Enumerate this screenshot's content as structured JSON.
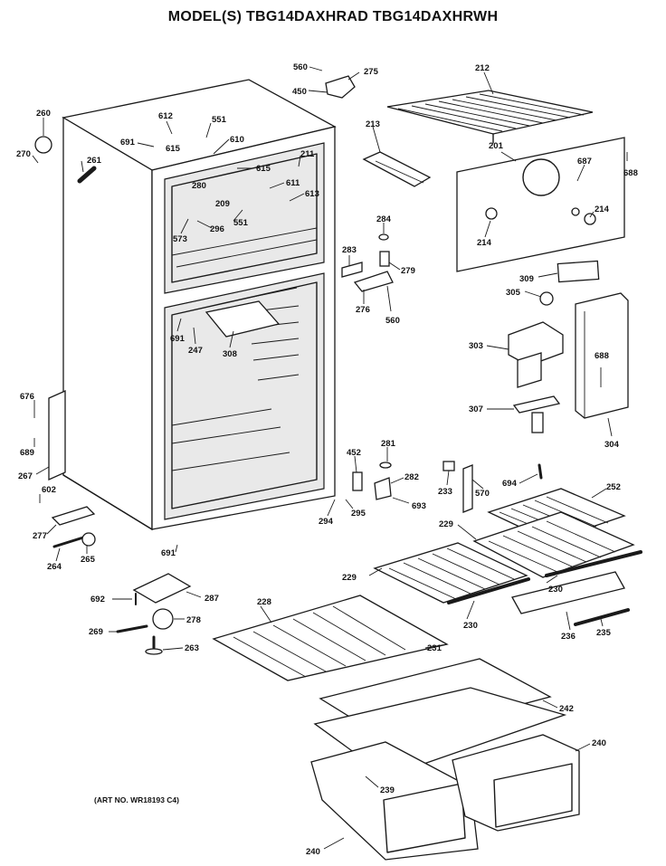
{
  "title": "MODEL(S) TBG14DAXHRAD  TBG14DAXHRWH",
  "art_note": "(ART NO. WR18193 C4)",
  "parts": [
    {
      "id": "p560a",
      "label": "560"
    },
    {
      "id": "p275",
      "label": "275"
    },
    {
      "id": "p450",
      "label": "450"
    },
    {
      "id": "p212",
      "label": "212"
    },
    {
      "id": "p260",
      "label": "260"
    },
    {
      "id": "p270",
      "label": "270"
    },
    {
      "id": "p612",
      "label": "612"
    },
    {
      "id": "p551a",
      "label": "551"
    },
    {
      "id": "p691a",
      "label": "691"
    },
    {
      "id": "p615a",
      "label": "615"
    },
    {
      "id": "p610",
      "label": "610"
    },
    {
      "id": "p261",
      "label": "261"
    },
    {
      "id": "p615b",
      "label": "615"
    },
    {
      "id": "p211",
      "label": "211"
    },
    {
      "id": "p611",
      "label": "611"
    },
    {
      "id": "p280",
      "label": "280"
    },
    {
      "id": "p209",
      "label": "209"
    },
    {
      "id": "p613",
      "label": "613"
    },
    {
      "id": "p551b",
      "label": "551"
    },
    {
      "id": "p296",
      "label": "296"
    },
    {
      "id": "p573",
      "label": "573"
    },
    {
      "id": "p213",
      "label": "213"
    },
    {
      "id": "p201",
      "label": "201"
    },
    {
      "id": "p687",
      "label": "687"
    },
    {
      "id": "p688a",
      "label": "688"
    },
    {
      "id": "p214a",
      "label": "214"
    },
    {
      "id": "p214b",
      "label": "214"
    },
    {
      "id": "p284",
      "label": "284"
    },
    {
      "id": "p283",
      "label": "283"
    },
    {
      "id": "p279",
      "label": "279"
    },
    {
      "id": "p276",
      "label": "276"
    },
    {
      "id": "p560b",
      "label": "560"
    },
    {
      "id": "p309",
      "label": "309"
    },
    {
      "id": "p305",
      "label": "305"
    },
    {
      "id": "p303",
      "label": "303"
    },
    {
      "id": "p688b",
      "label": "688"
    },
    {
      "id": "p307",
      "label": "307"
    },
    {
      "id": "p304",
      "label": "304"
    },
    {
      "id": "p691b",
      "label": "691"
    },
    {
      "id": "p247",
      "label": "247"
    },
    {
      "id": "p308",
      "label": "308"
    },
    {
      "id": "p676",
      "label": "676"
    },
    {
      "id": "p689",
      "label": "689"
    },
    {
      "id": "p267",
      "label": "267"
    },
    {
      "id": "p602",
      "label": "602"
    },
    {
      "id": "p277",
      "label": "277"
    },
    {
      "id": "p264",
      "label": "264"
    },
    {
      "id": "p265",
      "label": "265"
    },
    {
      "id": "p691c",
      "label": "691"
    },
    {
      "id": "p452",
      "label": "452"
    },
    {
      "id": "p281",
      "label": "281"
    },
    {
      "id": "p282",
      "label": "282"
    },
    {
      "id": "p693",
      "label": "693"
    },
    {
      "id": "p294",
      "label": "294"
    },
    {
      "id": "p295",
      "label": "295"
    },
    {
      "id": "p233",
      "label": "233"
    },
    {
      "id": "p570",
      "label": "570"
    },
    {
      "id": "p694",
      "label": "694"
    },
    {
      "id": "p252",
      "label": "252"
    },
    {
      "id": "p229a",
      "label": "229"
    },
    {
      "id": "p229b",
      "label": "229"
    },
    {
      "id": "p230a",
      "label": "230"
    },
    {
      "id": "p230b",
      "label": "230"
    },
    {
      "id": "p236",
      "label": "236"
    },
    {
      "id": "p235",
      "label": "235"
    },
    {
      "id": "p692",
      "label": "692"
    },
    {
      "id": "p287",
      "label": "287"
    },
    {
      "id": "p269",
      "label": "269"
    },
    {
      "id": "p278",
      "label": "278"
    },
    {
      "id": "p263",
      "label": "263"
    },
    {
      "id": "p228",
      "label": "228"
    },
    {
      "id": "p231",
      "label": "231"
    },
    {
      "id": "p242",
      "label": "242"
    },
    {
      "id": "p240a",
      "label": "240"
    },
    {
      "id": "p239",
      "label": "239"
    },
    {
      "id": "p240b",
      "label": "240"
    }
  ]
}
